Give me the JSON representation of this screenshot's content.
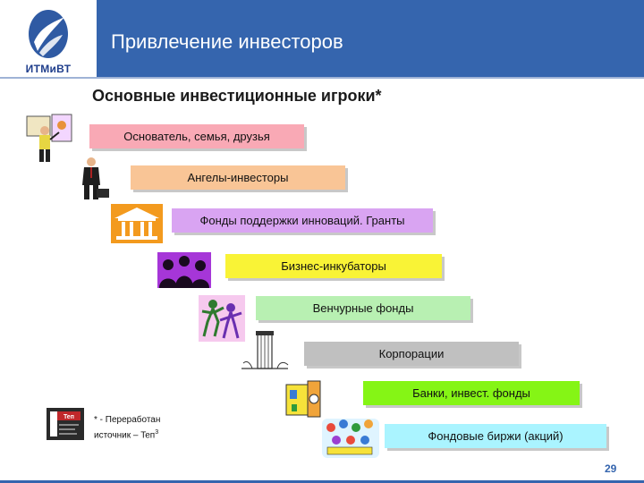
{
  "logo": {
    "text": "ИТМиВТ"
  },
  "header": {
    "title": "Привлечение инвесторов"
  },
  "subtitle": "Основные инвестиционные игроки*",
  "steps": [
    {
      "label": "Основатель, семья, друзья",
      "color": "#f9a9b5"
    },
    {
      "label": "Ангелы-инвесторы",
      "color": "#f9c596"
    },
    {
      "label": "Фонды поддержки инноваций. Гранты",
      "color": "#d9a4f2"
    },
    {
      "label": "Бизнес-инкубаторы",
      "color": "#f9f336"
    },
    {
      "label": "Венчурные фонды",
      "color": "#b8f0b2"
    },
    {
      "label": "Корпорации",
      "color": "#c0c0c0"
    },
    {
      "label": "Банки, инвест. фонды",
      "color": "#85f515"
    },
    {
      "label": "Фондовые биржи (акций)",
      "color": "#aaf4ff"
    }
  ],
  "icons": [
    "painter-clipart-icon",
    "businessman-clipart-icon",
    "bank-building-icon",
    "audience-silhouettes-icon",
    "dancing-figures-icon",
    "skyscraper-icon",
    "vault-door-icon",
    "crowd-clipart-icon",
    "book-source-icon"
  ],
  "footnote": {
    "line1": "* - Переработан",
    "line2": "источник – Teп",
    "sup": "3",
    "book_label": "Teп"
  },
  "page_number": "29",
  "colors": {
    "header": "#3565ae",
    "logo_text": "#1f3e8c"
  }
}
